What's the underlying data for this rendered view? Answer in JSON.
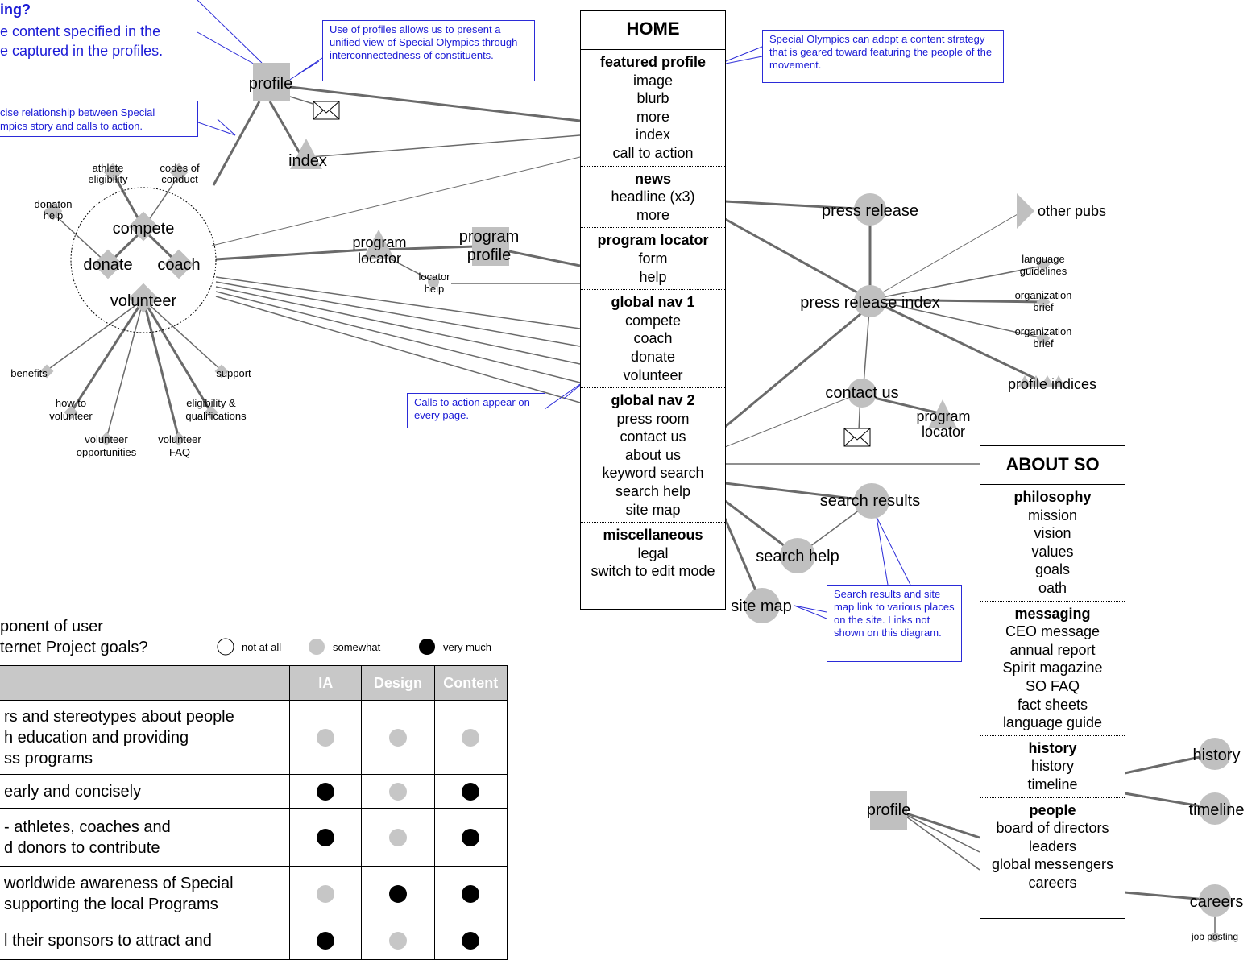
{
  "colors": {
    "accent": "#1a1ad6",
    "node": "#c0c0c0",
    "line": "#666666"
  },
  "callouts": {
    "top_left_title": "ing?",
    "top_left_body_1": "e content specified  in the",
    "top_left_body_2": "e captured in the profiles.",
    "profiles_view": "Use of profiles allows us to present a unified view of Special Olympics through interconnectedness of constituents.",
    "concise_1": "cise relationship between Special",
    "concise_2": "mpics story and calls to action.",
    "content_strategy": "Special Olympics can adopt a content strategy that is geared toward featuring the people of the movement.",
    "calls_to_action": "Calls to action appear on every page.",
    "search_results": "Search results and site map link to various places on the site. Links not shown on this diagram."
  },
  "home": {
    "title": "HOME",
    "sections": [
      {
        "heading": "featured profile",
        "items": [
          "image",
          "blurb",
          "more",
          "index",
          "call to action"
        ]
      },
      {
        "heading": "news",
        "items": [
          "headline (x3)",
          "more"
        ]
      },
      {
        "heading": "program locator",
        "items": [
          "form",
          "help"
        ]
      },
      {
        "heading": "global nav 1",
        "items": [
          "compete",
          "coach",
          "donate",
          "volunteer"
        ]
      },
      {
        "heading": "global nav 2",
        "items": [
          "press room",
          "contact us",
          "about us",
          "keyword search",
          "search help",
          "site map"
        ]
      },
      {
        "heading": "miscellaneous",
        "items": [
          "legal",
          "switch to edit mode"
        ]
      }
    ]
  },
  "about": {
    "title": "ABOUT SO",
    "sections": [
      {
        "heading": "philosophy",
        "items": [
          "mission",
          "vision",
          "values",
          "goals",
          "oath"
        ]
      },
      {
        "heading": "messaging",
        "items": [
          "CEO message",
          "annual report",
          "Spirit magazine",
          "SO FAQ",
          "fact sheets",
          "language guide"
        ]
      },
      {
        "heading": "history",
        "items": [
          "history",
          "timeline"
        ]
      },
      {
        "heading": "people",
        "items": [
          "board of directors",
          "leaders",
          "global messengers",
          "careers"
        ]
      }
    ]
  },
  "nodes": {
    "profile": "profile",
    "index": "index",
    "athlete_eligibility_1": "athlete",
    "athlete_eligibility_2": "eligibility",
    "codes_of_conduct_1": "codes of",
    "codes_of_conduct_2": "conduct",
    "donation_help_1": "donaton",
    "donation_help_2": "help",
    "compete": "compete",
    "donate": "donate",
    "coach": "coach",
    "volunteer": "volunteer",
    "benefits": "benefits",
    "support": "support",
    "how_to_volunteer_1": "how to",
    "how_to_volunteer_2": "volunteer",
    "eligibility_qual_1": "eligibility &",
    "eligibility_qual_2": "qualifications",
    "volunteer_opps_1": "volunteer",
    "volunteer_opps_2": "opportunities",
    "volunteer_faq_1": "volunteer",
    "volunteer_faq_2": "FAQ",
    "program_locator_1": "program",
    "program_locator_2": "locator",
    "program_profile_1": "program",
    "program_profile_2": "profile",
    "locator_help_1": "locator",
    "locator_help_2": "help",
    "press_release": "press release",
    "other_pubs": "other pubs",
    "language_guidelines_1": "language",
    "language_guidelines_2": "guidelines",
    "org_brief_a_1": "organization",
    "org_brief_a_2": "brief",
    "org_brief_b_1": "organization",
    "org_brief_b_2": "brief",
    "press_release_index": "press release index",
    "profile_indices": "profile indices",
    "contact_us": "contact us",
    "program_locator_b_1": "program",
    "program_locator_b_2": "locator",
    "search_results": "search results",
    "search_help": "search help",
    "site_map": "site map",
    "history": "history",
    "timeline": "timeline",
    "careers": "careers",
    "job_posting": "job posting",
    "profile_about": "profile"
  },
  "legend": {
    "question_1": "ponent of user",
    "question_2": "ternet Project goals?",
    "not_at_all": "not at all",
    "somewhat": "somewhat",
    "very_much": "very much"
  },
  "table": {
    "columns": [
      "IA",
      "Design",
      "Content"
    ],
    "rows": [
      {
        "lines": [
          "rs and stereotypes about people",
          "h education and providing",
          "ss programs"
        ],
        "ratings": [
          "somewhat",
          "somewhat",
          "somewhat"
        ]
      },
      {
        "lines": [
          "early and concisely"
        ],
        "ratings": [
          "very",
          "somewhat",
          "very"
        ]
      },
      {
        "lines": [
          "- athletes, coaches and",
          "d donors to contribute"
        ],
        "ratings": [
          "very",
          "somewhat",
          "very"
        ]
      },
      {
        "lines": [
          "worldwide awareness of Special",
          "supporting the local Programs"
        ],
        "ratings": [
          "somewhat",
          "very",
          "very"
        ]
      },
      {
        "lines": [
          "l their sponsors to attract and"
        ],
        "ratings": [
          "very",
          "somewhat",
          "very"
        ]
      }
    ]
  }
}
